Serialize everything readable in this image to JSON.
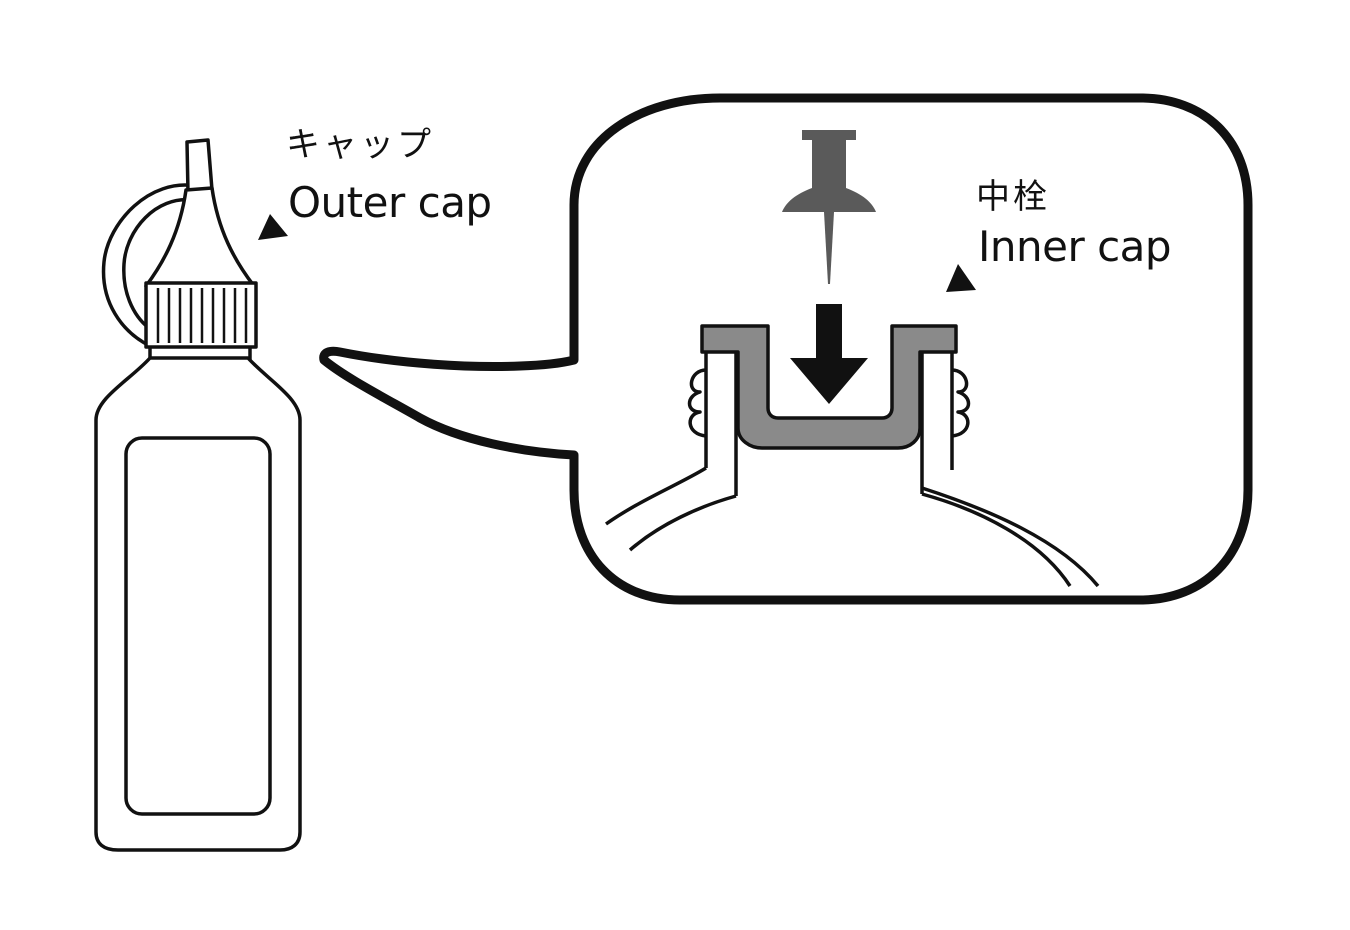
{
  "labels": {
    "outer_cap_jp": "キャップ",
    "outer_cap_en": "Outer cap",
    "inner_cap_jp": "中栓",
    "inner_cap_en": "Inner cap"
  },
  "colors": {
    "line": "#111111",
    "inner_cap_fill": "#8a8a8a",
    "pushpin_fill": "#5a5a5a",
    "background": "#ffffff"
  },
  "icons": [
    "pushpin-icon",
    "down-arrow-icon",
    "pointer-triangle-icon"
  ]
}
